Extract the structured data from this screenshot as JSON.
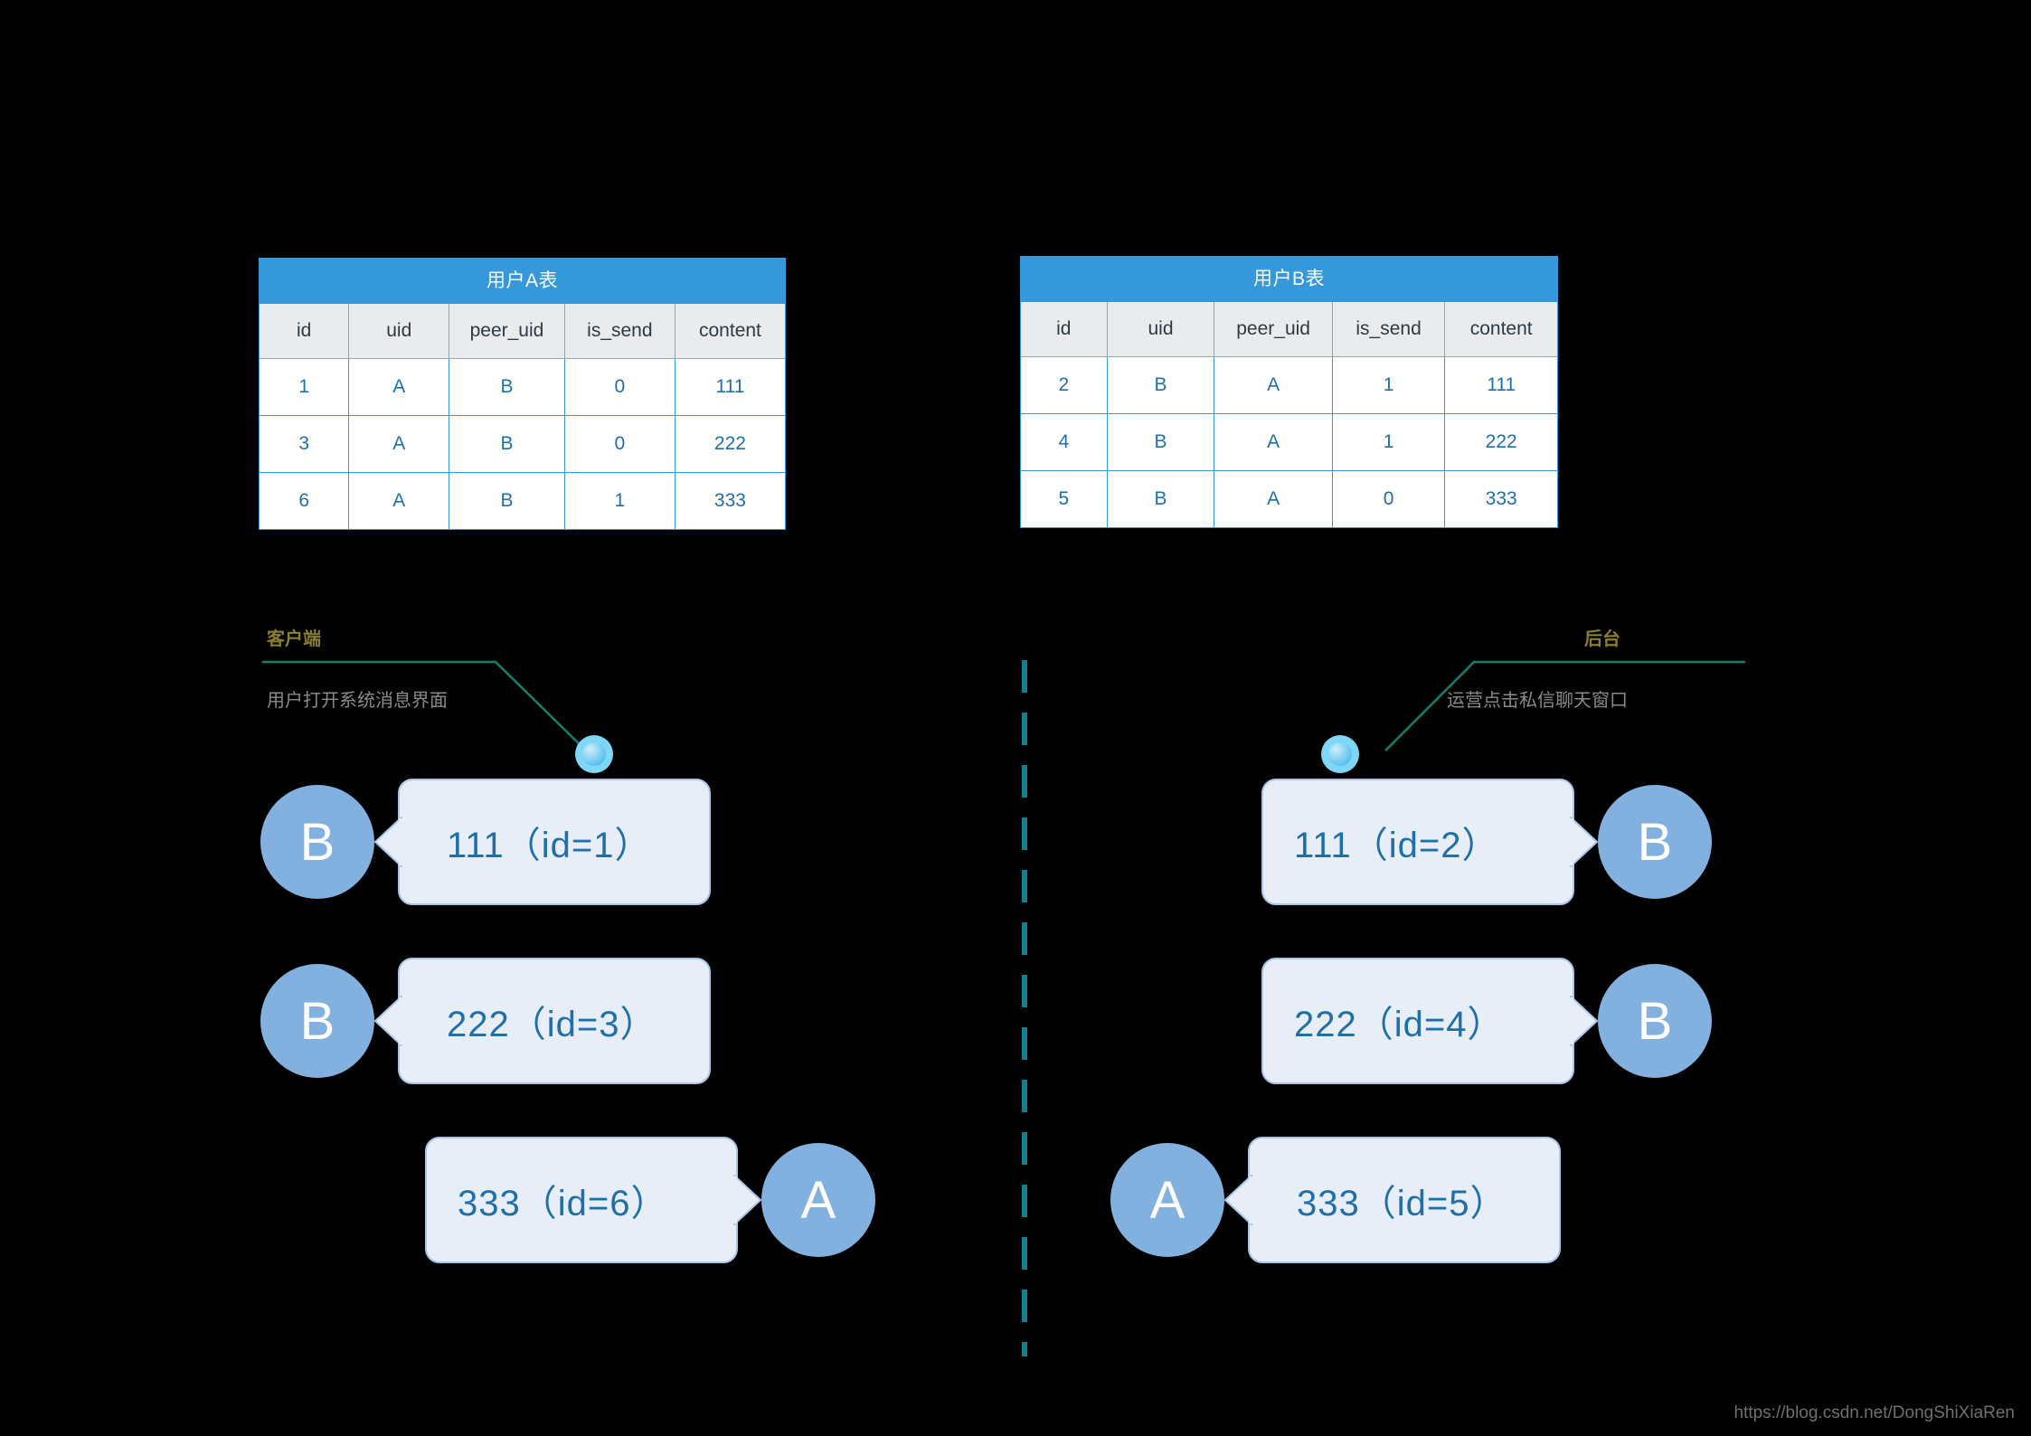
{
  "tables": [
    {
      "caption": "用户A表",
      "columns": [
        "id",
        "uid",
        "peer_uid",
        "is_send",
        "content"
      ],
      "rows": [
        [
          "1",
          "A",
          "B",
          "0",
          "111"
        ],
        [
          "3",
          "A",
          "B",
          "0",
          "222"
        ],
        [
          "6",
          "A",
          "B",
          "1",
          "333"
        ]
      ]
    },
    {
      "caption": "用户B表",
      "columns": [
        "id",
        "uid",
        "peer_uid",
        "is_send",
        "content"
      ],
      "rows": [
        [
          "2",
          "B",
          "A",
          "1",
          "111"
        ],
        [
          "4",
          "B",
          "A",
          "1",
          "222"
        ],
        [
          "5",
          "B",
          "A",
          "0",
          "333"
        ]
      ]
    }
  ],
  "callouts": [
    {
      "title": "客户端",
      "subtitle": "用户打开系统消息界面"
    },
    {
      "title": "后台",
      "subtitle": "运营点击私信聊天窗口"
    }
  ],
  "panels": {
    "left": {
      "messages": [
        {
          "avatar": "B",
          "text": "111（id=1）",
          "side": "avatar-left"
        },
        {
          "avatar": "B",
          "text": "222（id=3）",
          "side": "avatar-left"
        },
        {
          "avatar": "A",
          "text": "333（id=6）",
          "side": "avatar-right"
        }
      ]
    },
    "right": {
      "messages": [
        {
          "avatar": "B",
          "text": "111（id=2）",
          "side": "avatar-right"
        },
        {
          "avatar": "B",
          "text": "222（id=4）",
          "side": "avatar-right"
        },
        {
          "avatar": "A",
          "text": "333（id=5）",
          "side": "avatar-left"
        }
      ]
    }
  },
  "watermark": "https://blog.csdn.net/DongShiXiaRen",
  "colors": {
    "background": "#000000",
    "table_header": "#3498db",
    "table_subheader": "#eaebec",
    "table_text": "#1f6fa8",
    "avatar": "#82b1e0",
    "bubble_fill": "#e8eef8",
    "bubble_border": "#a9c6ea",
    "divider": "#17808f",
    "callout_title": "#8a7f2e",
    "callout_subtitle": "#8a8a8a",
    "marker_dot": "#5cc3ef"
  }
}
